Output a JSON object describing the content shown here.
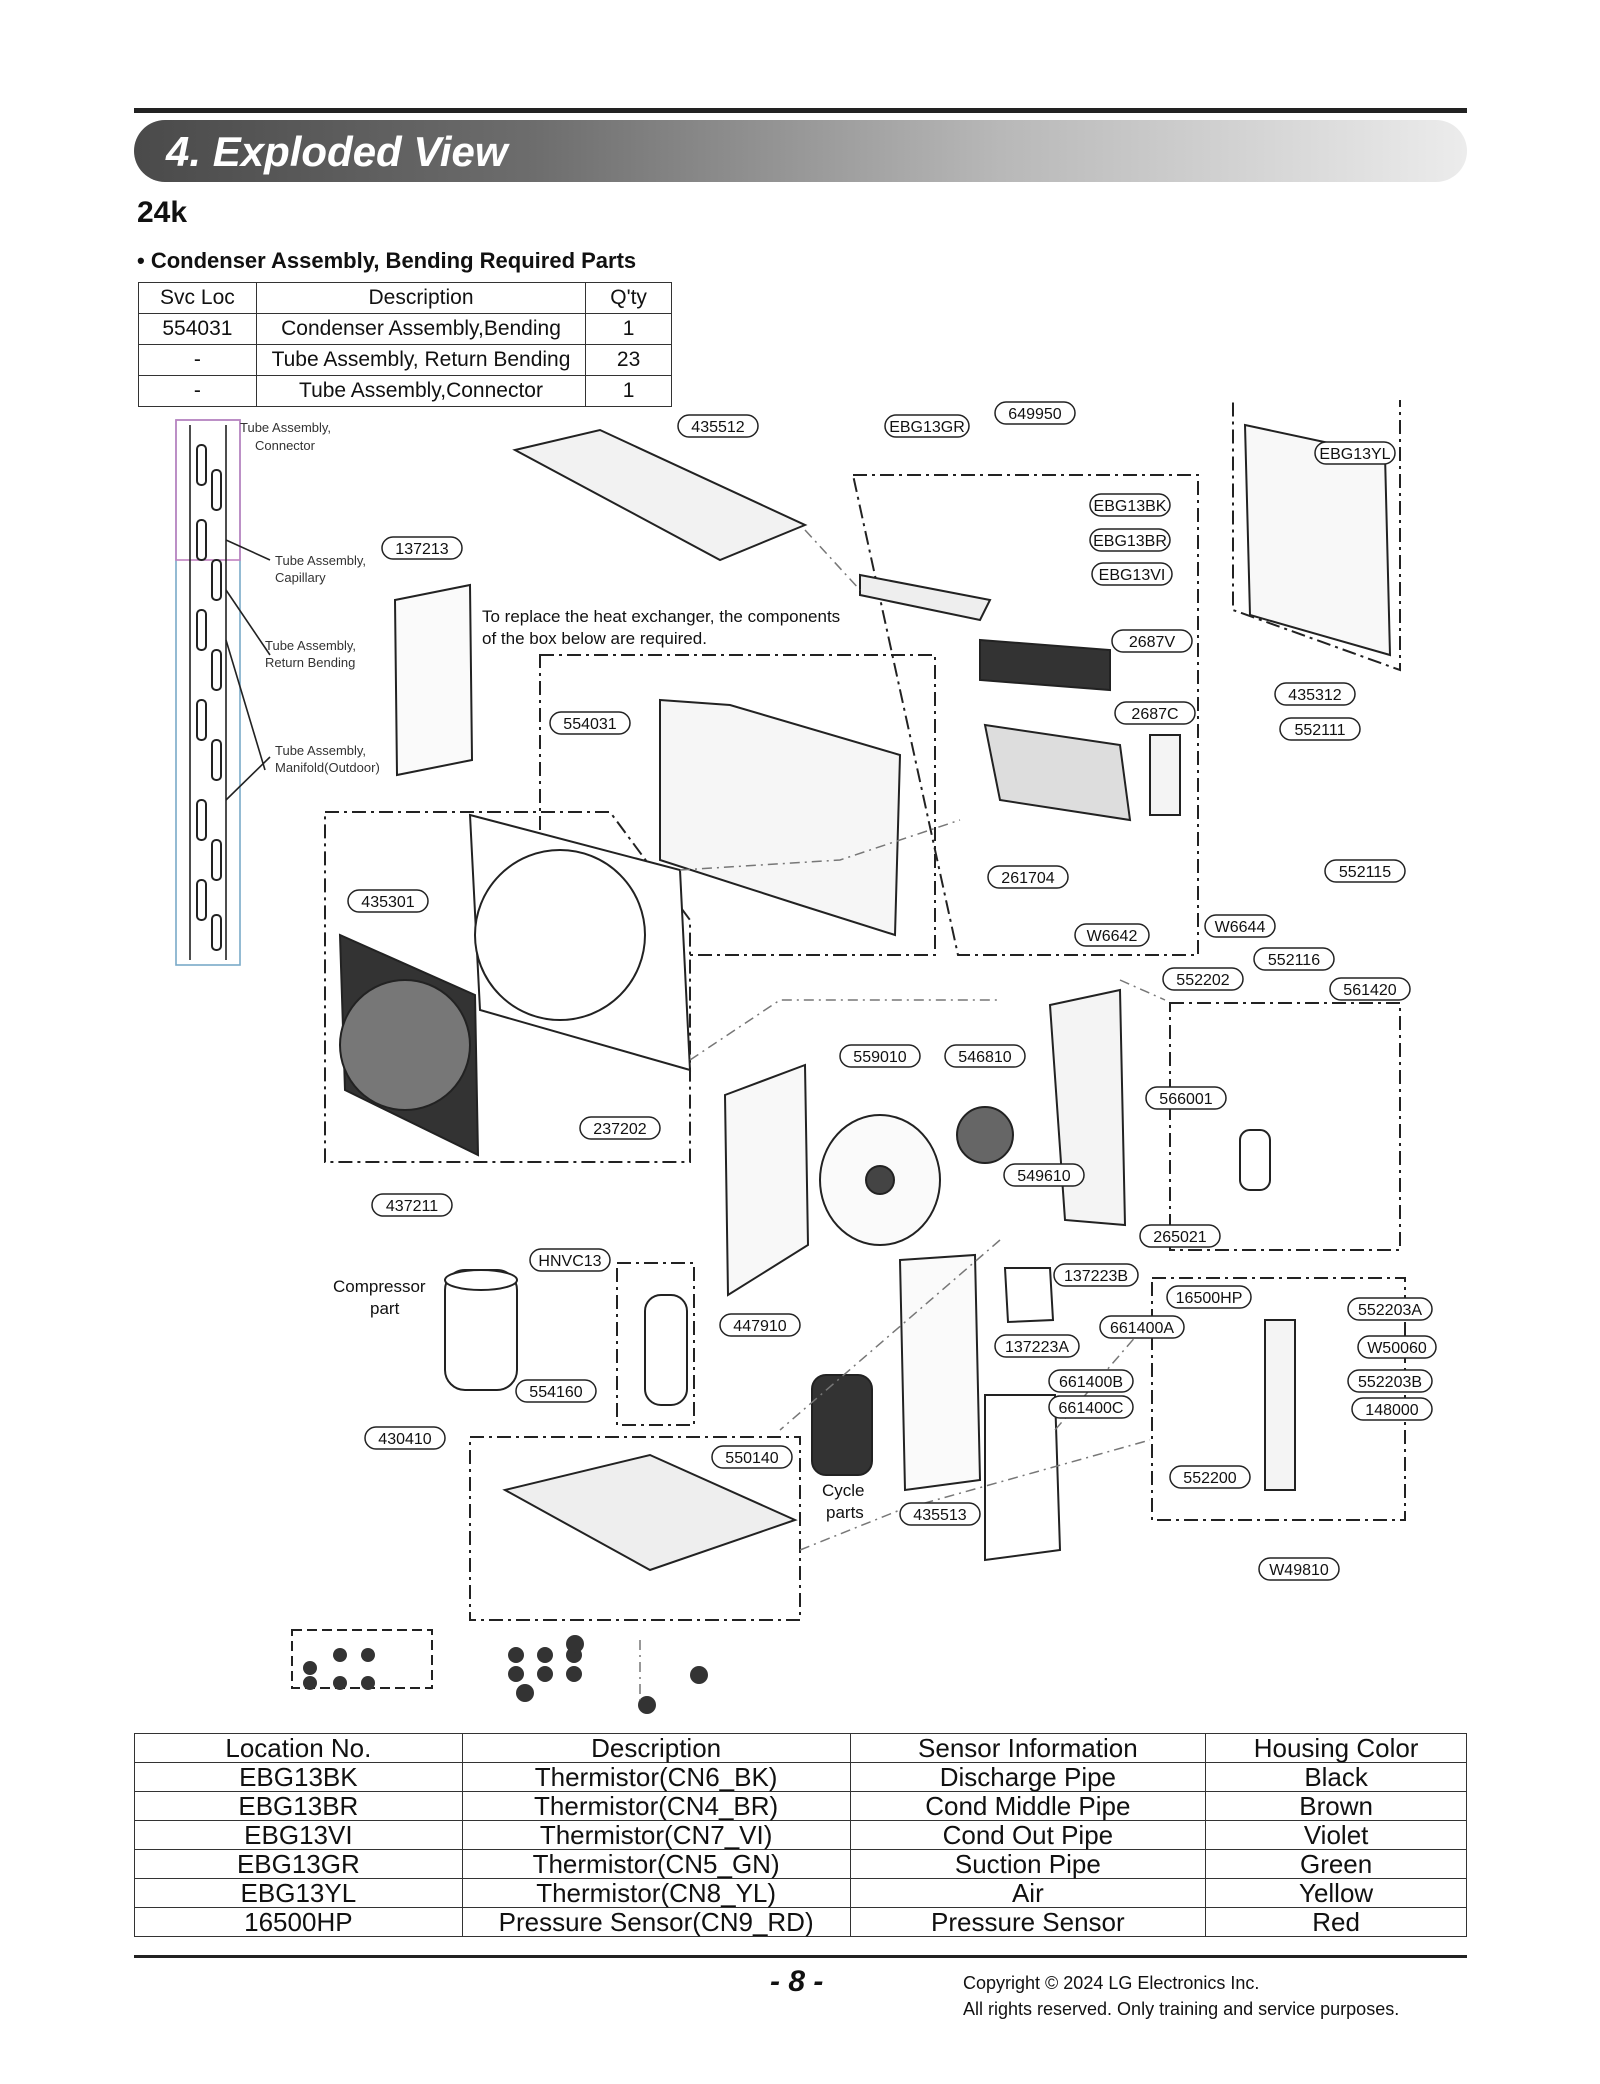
{
  "header": {
    "title": "4. Exploded View",
    "model": "24k"
  },
  "bending_parts": {
    "heading": "• Condenser Assembly, Bending Required Parts",
    "columns": [
      "Svc Loc",
      "Description",
      "Q'ty"
    ],
    "rows": [
      [
        "554031",
        "Condenser Assembly,Bending",
        "1"
      ],
      [
        "-",
        "Tube Assembly, Return Bending",
        "23"
      ],
      [
        "-",
        "Tube Assembly,Connector",
        "1"
      ]
    ]
  },
  "diagram": {
    "side_labels": {
      "connector_1": "Tube Assembly,",
      "connector_2": "Connector",
      "capillary_1": "Tube Assembly,",
      "capillary_2": "Capillary",
      "return_1": "Tube Assembly,",
      "return_2": "Return Bending",
      "manifold_1": "Tube Assembly,",
      "manifold_2": "Manifold(Outdoor)"
    },
    "note_line1": "To replace the heat exchanger, the components",
    "note_line2": "of the box below are required.",
    "compressor_line1": "Compressor",
    "compressor_line2": "part",
    "cycle_line1": "Cycle",
    "cycle_line2": "parts",
    "callouts": {
      "p435512": "435512",
      "pEBG13GR": "EBG13GR",
      "p649950": "649950",
      "pEBG13YL": "EBG13YL",
      "pEBG13BK": "EBG13BK",
      "pEBG13BR": "EBG13BR",
      "pEBG13VI": "EBG13VI",
      "p137213": "137213",
      "p2687V": "2687V",
      "p435312": "435312",
      "p2687C": "2687C",
      "p552111": "552111",
      "p554031": "554031",
      "p261704": "261704",
      "p552115": "552115",
      "p435301": "435301",
      "pW6644": "W6644",
      "pW6642": "W6642",
      "p552116": "552116",
      "p552202": "552202",
      "p561420": "561420",
      "p559010": "559010",
      "p546810": "546810",
      "p566001": "566001",
      "p237202": "237202",
      "p549610": "549610",
      "p437211": "437211",
      "p265021": "265021",
      "pHNVC13": "HNVC13",
      "p137223B": "137223B",
      "p16500HP": "16500HP",
      "p552203A": "552203A",
      "p447910": "447910",
      "p661400A": "661400A",
      "p137223A": "137223A",
      "pW50060": "W50060",
      "p661400B": "661400B",
      "p552203B": "552203B",
      "p554160": "554160",
      "p661400C": "661400C",
      "p148000": "148000",
      "p430410": "430410",
      "p550140": "550140",
      "p552200": "552200",
      "p435513": "435513",
      "pW49810": "W49810"
    }
  },
  "sensor_table": {
    "columns": [
      "Location No.",
      "Description",
      "Sensor Information",
      "Housing Color"
    ],
    "rows": [
      [
        "EBG13BK",
        "Thermistor(CN6_BK)",
        "Discharge Pipe",
        "Black"
      ],
      [
        "EBG13BR",
        "Thermistor(CN4_BR)",
        "Cond Middle Pipe",
        "Brown"
      ],
      [
        "EBG13VI",
        "Thermistor(CN7_VI)",
        "Cond Out Pipe",
        "Violet"
      ],
      [
        "EBG13GR",
        "Thermistor(CN5_GN)",
        "Suction Pipe",
        "Green"
      ],
      [
        "EBG13YL",
        "Thermistor(CN8_YL)",
        "Air",
        "Yellow"
      ],
      [
        "16500HP",
        "Pressure Sensor(CN9_RD)",
        "Pressure Sensor",
        "Red"
      ]
    ]
  },
  "footer": {
    "page": "- 8 -",
    "copyright_1": "Copyright © 2024 LG Electronics Inc.",
    "copyright_2": "All rights reserved. Only training and service purposes."
  }
}
